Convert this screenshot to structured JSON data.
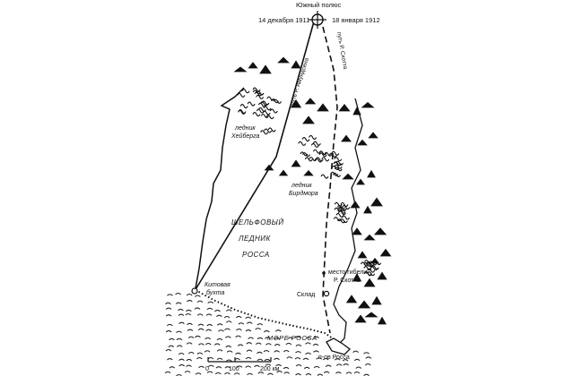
{
  "pole": {
    "title": "Южный полюс"
  },
  "dates": {
    "amundsen": "14 декабря 1911",
    "scott": "18 января 1912"
  },
  "routes": {
    "amundsen": "путь Р. Амундсена",
    "scott": "путь Р. Скотта"
  },
  "glaciers": {
    "heiberg": [
      "ледник",
      "Хейберга"
    ],
    "beardmore": [
      "ледник",
      "Бирдмора"
    ]
  },
  "ice_shelf": [
    "ШЕЛЬФОВЫЙ",
    "ЛЕДНИК",
    "РОССА"
  ],
  "places": {
    "whales_bay": [
      "Китовая",
      "бухта"
    ],
    "depot": "Склад",
    "scott_death": [
      "место гибели",
      "Р. Скотта"
    ],
    "ross_island": "п-ов Росса",
    "ross_sea": "МОРЕ РОССА"
  },
  "scale": {
    "ticks": [
      "0",
      "100",
      "200 км"
    ]
  }
}
